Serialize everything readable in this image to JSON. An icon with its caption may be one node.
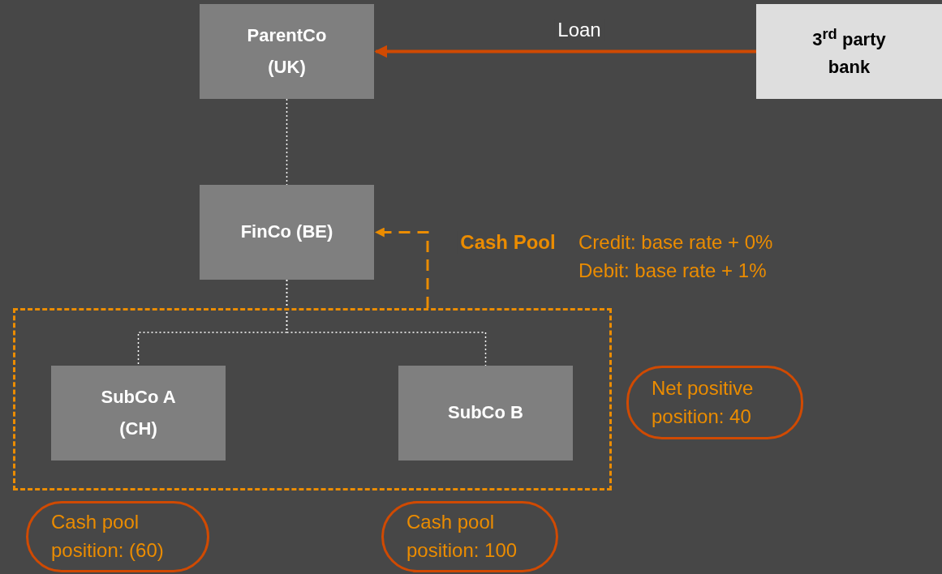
{
  "diagram": {
    "nodes": [
      {
        "text": [
          "ParentCo (UK)"
        ]
      },
      {
        "text": [
          "3$^{rd}$ party bank"
        ]
      },
      {
        "text": [
          "FinCo (BE)"
        ]
      },
      {
        "text": [],
        "shape": "box"
      },
      {
        "text": [
          "SubCo A (CH)"
        ],
        "in": 3
      },
      {
        "text": [
          "SubCo B"
        ],
        "in": 3
      },
      {
        "text": [
          "Net positive position: 40"
        ]
      },
      {
        "text": [
          "Cash pool position: (60)"
        ]
      },
      {
        "text": [
          "Cash pool position: 100"
        ]
      }
    ],
    "edges": [
      {
        "from": 1,
        "to": 0,
        "arrow": "to",
        "label": "Loan",
        "style": "thick",
        "color": "#d04a02"
      },
      {
        "from": 0,
        "to": 2,
        "arrow": "none",
        "style": "dashed"
      },
      {
        "from": 2,
        "to": 4,
        "arrow": "none",
        "style": "dashed"
      },
      {
        "from": 2,
        "to": 5,
        "arrow": "none",
        "style": "dashed"
      },
      {
        "from": 3,
        "to": 2,
        "arrow": "to",
        "label": "Cash Pool",
        "style": "dashed",
        "color": "#eb8c00"
      }
    ],
    "labels": [
      "Credit: base rate + 0%",
      "Debit: base rate + 1%"
    ]
  }
}
